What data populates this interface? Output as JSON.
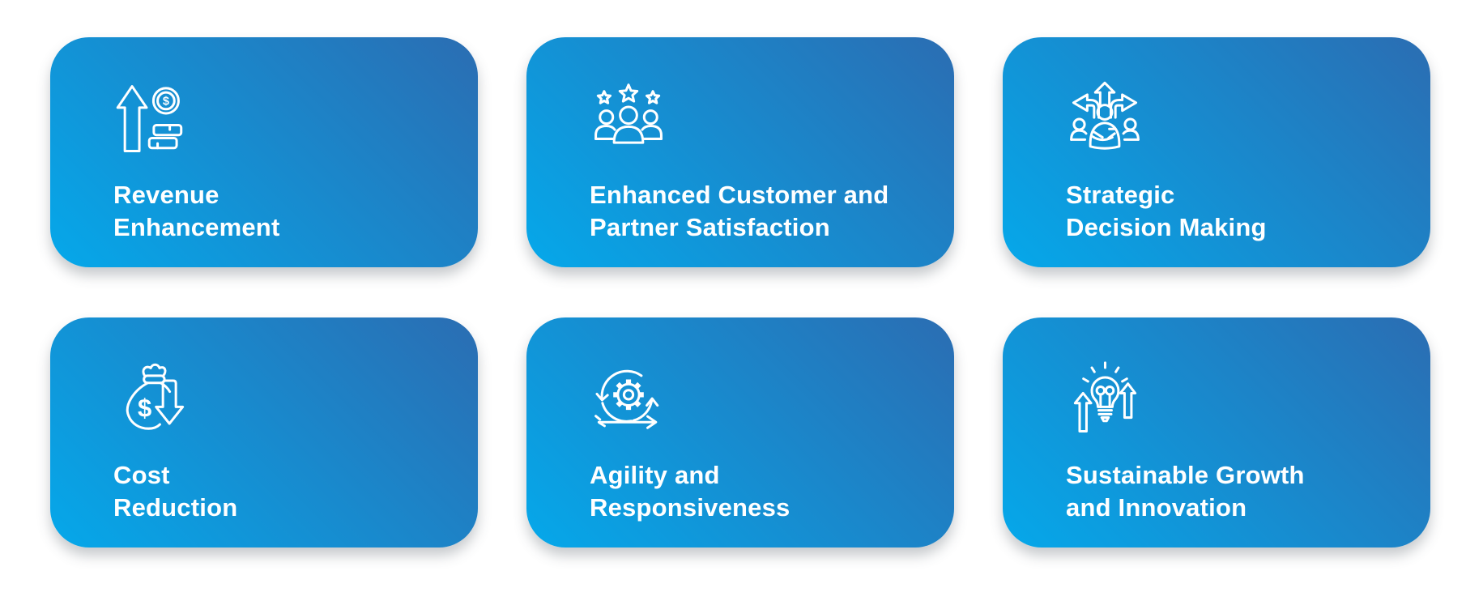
{
  "page": {
    "background_color": "#ffffff"
  },
  "theme": {
    "card_gradient_start": "#05a8ea",
    "card_gradient_end": "#2b6db2",
    "card_text_color": "#ffffff",
    "icon_color": "#ffffff"
  },
  "icons": {
    "dollar_symbol": "$"
  },
  "cards": [
    {
      "icon": "arrow-up-coins-icon",
      "title_lines": [
        "Revenue",
        "Enhancement"
      ]
    },
    {
      "icon": "customers-stars-icon",
      "title_lines": [
        "Enhanced Customer and",
        "Partner Satisfaction"
      ]
    },
    {
      "icon": "decision-arrows-person-icon",
      "title_lines": [
        "Strategic",
        "Decision Making"
      ]
    },
    {
      "icon": "money-bag-arrow-down-icon",
      "title_lines": [
        "Cost",
        "Reduction"
      ]
    },
    {
      "icon": "agile-gear-cycle-icon",
      "title_lines": [
        "Agility and",
        "Responsiveness"
      ]
    },
    {
      "icon": "lightbulb-growth-arrows-icon",
      "title_lines": [
        "Sustainable Growth",
        "and Innovation"
      ]
    }
  ]
}
